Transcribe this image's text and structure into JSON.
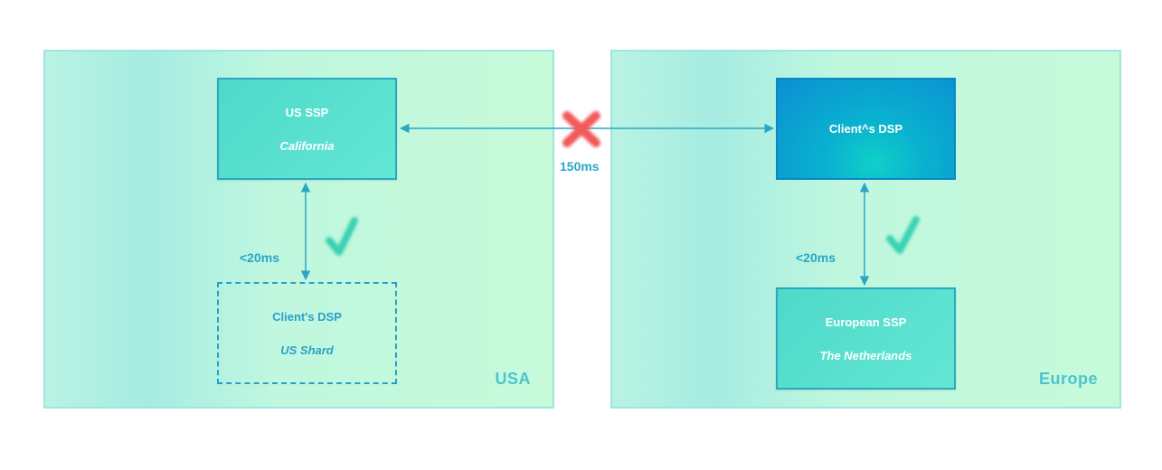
{
  "regions": {
    "usa": {
      "label": "USA"
    },
    "europe": {
      "label": "Europe"
    }
  },
  "boxes": {
    "us_ssp": {
      "title": "US SSP",
      "subtitle": "California"
    },
    "client_dsp_us": {
      "title": "Client's DSP",
      "subtitle": "US Shard"
    },
    "client_dsp_eu": {
      "title": "Client^s DSP"
    },
    "european_ssp": {
      "title": "European SSP",
      "subtitle": "The Netherlands"
    }
  },
  "latencies": {
    "cross_region": "150ms",
    "usa_local": "<20ms",
    "europe_local": "<20ms"
  },
  "icons": {
    "fail": "cross-icon",
    "ok": "check-icon"
  },
  "colors": {
    "arrow": "#2aa6c6",
    "cross": "#f15a5a",
    "check": "#3ad1b3",
    "region_label": "#4cc4cc"
  }
}
